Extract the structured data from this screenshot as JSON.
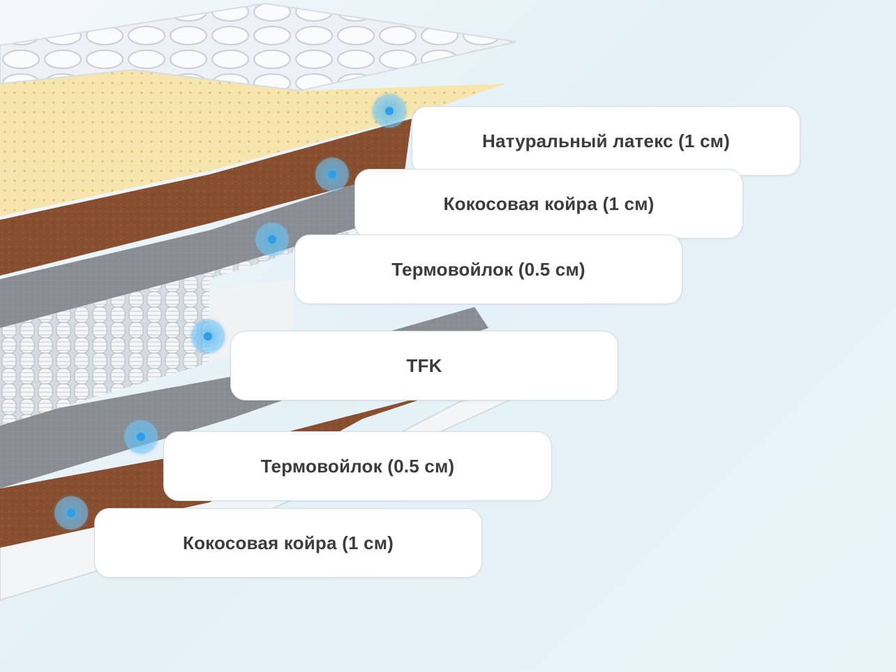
{
  "layers": [
    {
      "label": "Натуральный латекс (1 см)"
    },
    {
      "label": "Кокосовая койра (1 см)"
    },
    {
      "label": "Термовойлок (0.5 см)"
    },
    {
      "label": "TFK"
    },
    {
      "label": "Термовойлок (0.5 см)"
    },
    {
      "label": "Кокосовая койра (1 см)"
    }
  ],
  "colors": {
    "latex": "#f6e7b0",
    "coir": "#8a5532",
    "felt": "#8b8f95",
    "springs": "#e8ecef",
    "cover": "#f4f6f8",
    "marker": "#2f9ee6"
  }
}
